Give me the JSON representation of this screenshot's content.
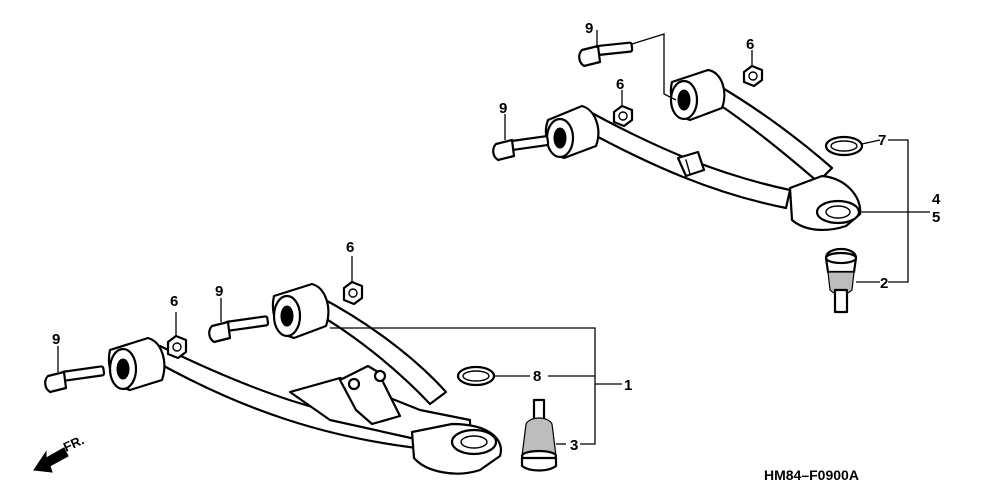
{
  "callouts": {
    "c1": "1",
    "c2": "2",
    "c3": "3",
    "c4": "4",
    "c5": "5",
    "c6a": "6",
    "c6b": "6",
    "c6c": "6",
    "c6d": "6",
    "c7": "7",
    "c8": "8",
    "c9a": "9",
    "c9b": "9",
    "c9c": "9",
    "c9d": "9"
  },
  "figure_code": "HM84–F0900A",
  "direction_label": "FR."
}
